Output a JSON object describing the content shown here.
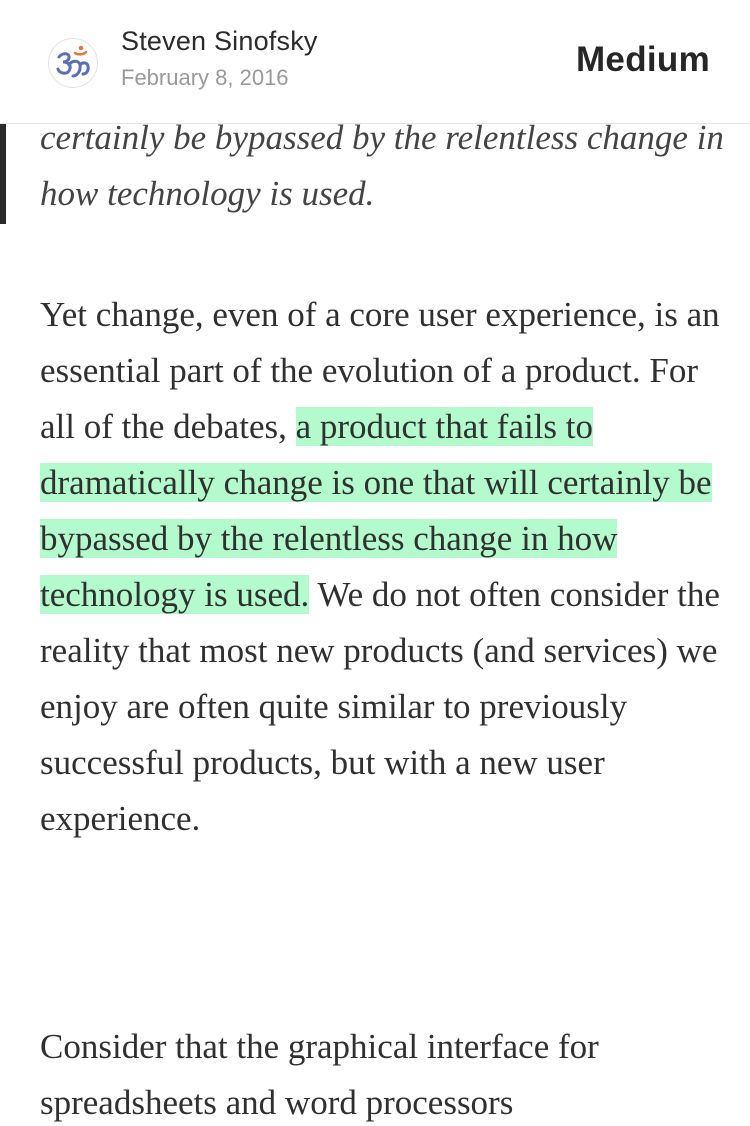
{
  "header": {
    "author_name": "Steven Sinofsky",
    "date": "February 8, 2016",
    "brand": "Medium",
    "avatar_icon": "om-symbol-icon"
  },
  "article": {
    "quote_tail": "certainly be bypassed by the relentless change in how technology is used.",
    "paragraph1": {
      "before_highlight": "Yet change, even of a core user experience, is an essential part of the evolution of a product. For all of the debates, ",
      "highlight": "a product that fails to dramatically change is one that will certainly be bypassed by the relentless change in how technology is used.",
      "after_highlight": " We do not often consider the reality that most new products (and services) we enjoy are often quite similar to previously successful products, but with a new user experience."
    },
    "paragraph2": "Consider that the graphical interface for spreadsheets and word processors"
  },
  "colors": {
    "highlight": "#b3fbcc",
    "text": "#303030",
    "muted": "#9a9a9a"
  }
}
